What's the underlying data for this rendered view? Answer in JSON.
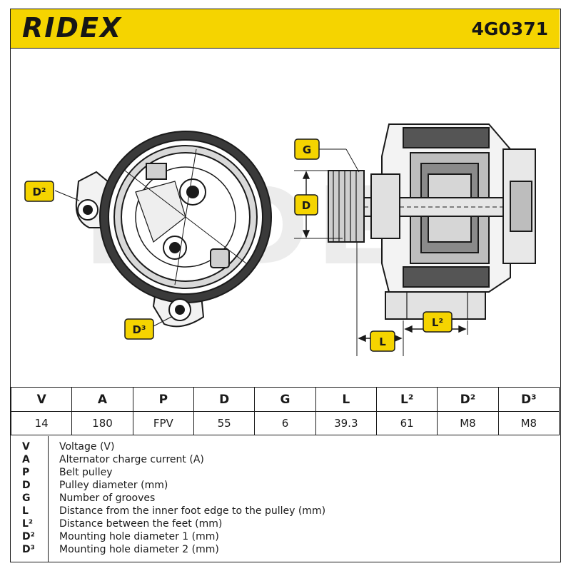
{
  "header": {
    "brand": "RIDEX",
    "part_number": "4G0371",
    "brand_color": "#f5d400"
  },
  "drawing": {
    "labels": {
      "d2": "D²",
      "d3": "D³",
      "g": "G",
      "d": "D",
      "l": "L",
      "l2": "L²"
    },
    "watermark": "RIDEX"
  },
  "specs": {
    "headers": [
      "V",
      "A",
      "P",
      "D",
      "G",
      "L",
      "L²",
      "D²",
      "D³"
    ],
    "values": [
      "14",
      "180",
      "FPV",
      "55",
      "6",
      "39.3",
      "61",
      "M8",
      "M8"
    ]
  },
  "legend": [
    {
      "code": "V",
      "desc": "Voltage (V)"
    },
    {
      "code": "A",
      "desc": "Alternator charge current (A)"
    },
    {
      "code": "P",
      "desc": "Belt pulley"
    },
    {
      "code": "D",
      "desc": "Pulley diameter (mm)"
    },
    {
      "code": "G",
      "desc": "Number of grooves"
    },
    {
      "code": "L",
      "desc": "Distance from the inner foot edge to the pulley (mm)"
    },
    {
      "code": "L²",
      "desc": "Distance between the feet (mm)"
    },
    {
      "code": "D²",
      "desc": "Mounting hole diameter 1 (mm)"
    },
    {
      "code": "D³",
      "desc": "Mounting hole diameter 2 (mm)"
    }
  ]
}
